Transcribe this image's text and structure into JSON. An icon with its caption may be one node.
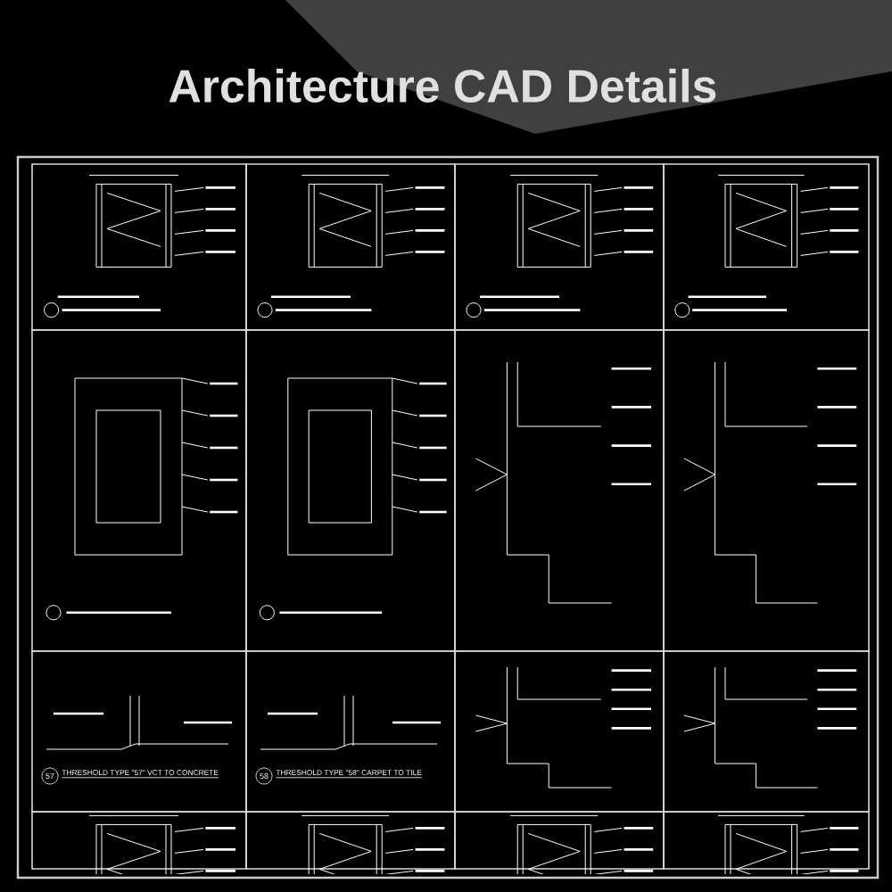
{
  "diagram": {
    "title": "Architecture CAD Details",
    "labels": [
      "57",
      "THRESHOLD TYPE \"57\" VCT TO CONCRETE",
      "58",
      "THRESHOLD TYPE \"58\" CARPET TO TILE"
    ]
  }
}
